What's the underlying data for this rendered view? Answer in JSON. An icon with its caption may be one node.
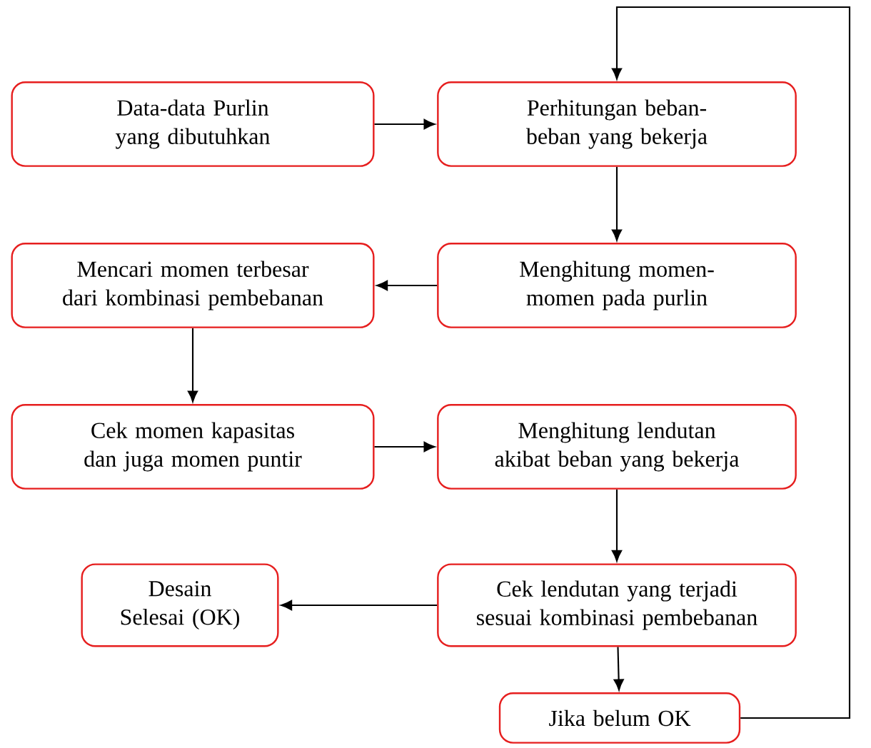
{
  "diagram": {
    "nodes": [
      {
        "text": [
          "Data-data Purlin yang dibutuhkan"
        ]
      },
      {
        "text": [
          "Perhitungan beban-beban yang bekerja"
        ]
      },
      {
        "text": [
          "Mencari momen terbesar dari kombinasi pembebanan"
        ]
      },
      {
        "text": [
          "Menghitung  momen-momen pada purlin"
        ]
      },
      {
        "text": [
          "Cek momen kapasitas dan juga momen puntir"
        ]
      },
      {
        "text": [
          "Menghitung lendutan akibat beban yang bekerja"
        ]
      },
      {
        "text": [
          "Desain Selesai (OK)"
        ]
      },
      {
        "text": [
          "Cek lendutan yang terjadi sesuai kombinasi pembebanan"
        ]
      },
      {
        "text": [
          "Jika belum OK"
        ]
      }
    ],
    "edges": [
      {
        "from": 0,
        "to": 1,
        "arrow": "to"
      },
      {
        "from": 1,
        "to": 3,
        "arrow": "to"
      },
      {
        "from": 3,
        "to": 2,
        "arrow": "to"
      },
      {
        "from": 2,
        "to": 4,
        "arrow": "to"
      },
      {
        "from": 4,
        "to": 5,
        "arrow": "to"
      },
      {
        "from": 5,
        "to": 7,
        "arrow": "to"
      },
      {
        "from": 7,
        "to": 6,
        "arrow": "to"
      },
      {
        "from": 7,
        "to": 8,
        "arrow": "to"
      },
      {
        "from": 8,
        "to": 1,
        "arrow": "to"
      }
    ]
  }
}
